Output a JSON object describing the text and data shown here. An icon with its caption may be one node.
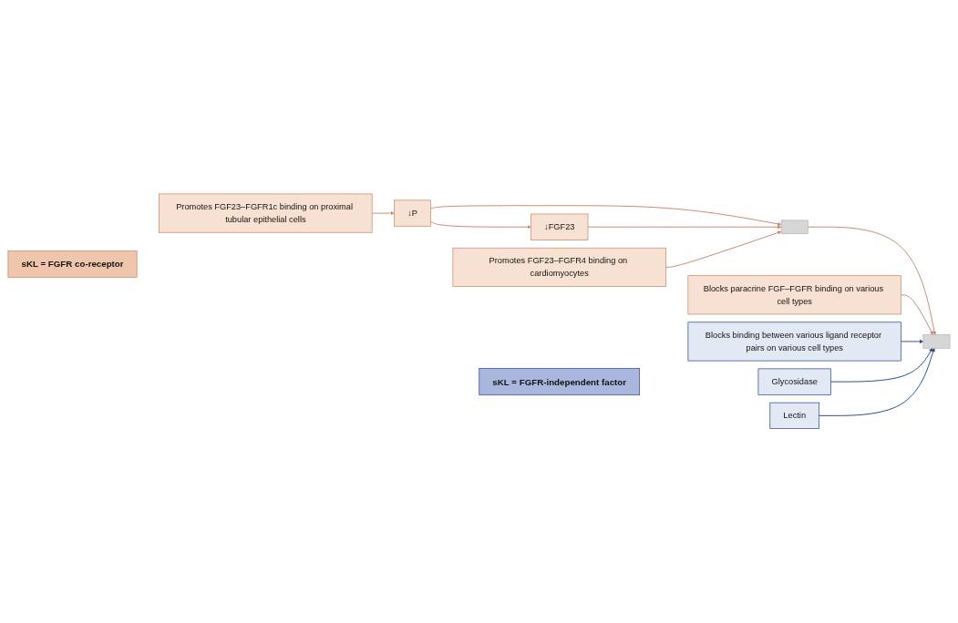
{
  "diagram": {
    "nodes": [
      {
        "text": [
          "sKL = FGFR co-receptor"
        ]
      },
      {
        "text": [
          "Promotes FGF23–FGFR1c binding on proximal tubular epithelial cells"
        ]
      },
      {
        "text": [
          "Promotes FGF23–FGFR4 binding on cardiomyocytes"
        ]
      },
      {
        "text": [
          "Blocks paracrine FGF–FGFR binding on various cell types"
        ]
      },
      {
        "text": [
          "sKL = FGFR-independent factor"
        ]
      },
      {
        "text": [
          "Blocks binding between various ligand receptor pairs on various cell types"
        ]
      },
      {
        "text": [
          "Glycosidase"
        ]
      },
      {
        "text": [
          "Lectin"
        ]
      },
      {
        "text": [
          "↓P"
        ]
      },
      {
        "text": [
          "↓FGF23"
        ]
      },
      {
        "text": [],
        "shape": "box"
      },
      {
        "text": [],
        "shape": "box"
      }
    ],
    "edges": [
      {
        "from": 1,
        "to": 8,
        "arrow": "to"
      },
      {
        "from": 8,
        "to": 9,
        "arrow": "to"
      },
      {
        "from": 8,
        "to": 10,
        "arrow": "to"
      },
      {
        "from": 9,
        "to": 10,
        "arrow": "to"
      },
      {
        "from": 2,
        "to": 10,
        "arrow": "to"
      },
      {
        "from": 10,
        "to": 11,
        "arrow": "to"
      },
      {
        "from": 3,
        "to": 11,
        "arrow": "to"
      },
      {
        "from": 5,
        "to": 11,
        "arrow": "to",
        "color": "#1f4e8c"
      },
      {
        "from": 6,
        "to": 11,
        "arrow": "to",
        "color": "#1f4e8c"
      },
      {
        "from": 7,
        "to": 11,
        "arrow": "to",
        "color": "#1f4e8c"
      }
    ]
  }
}
